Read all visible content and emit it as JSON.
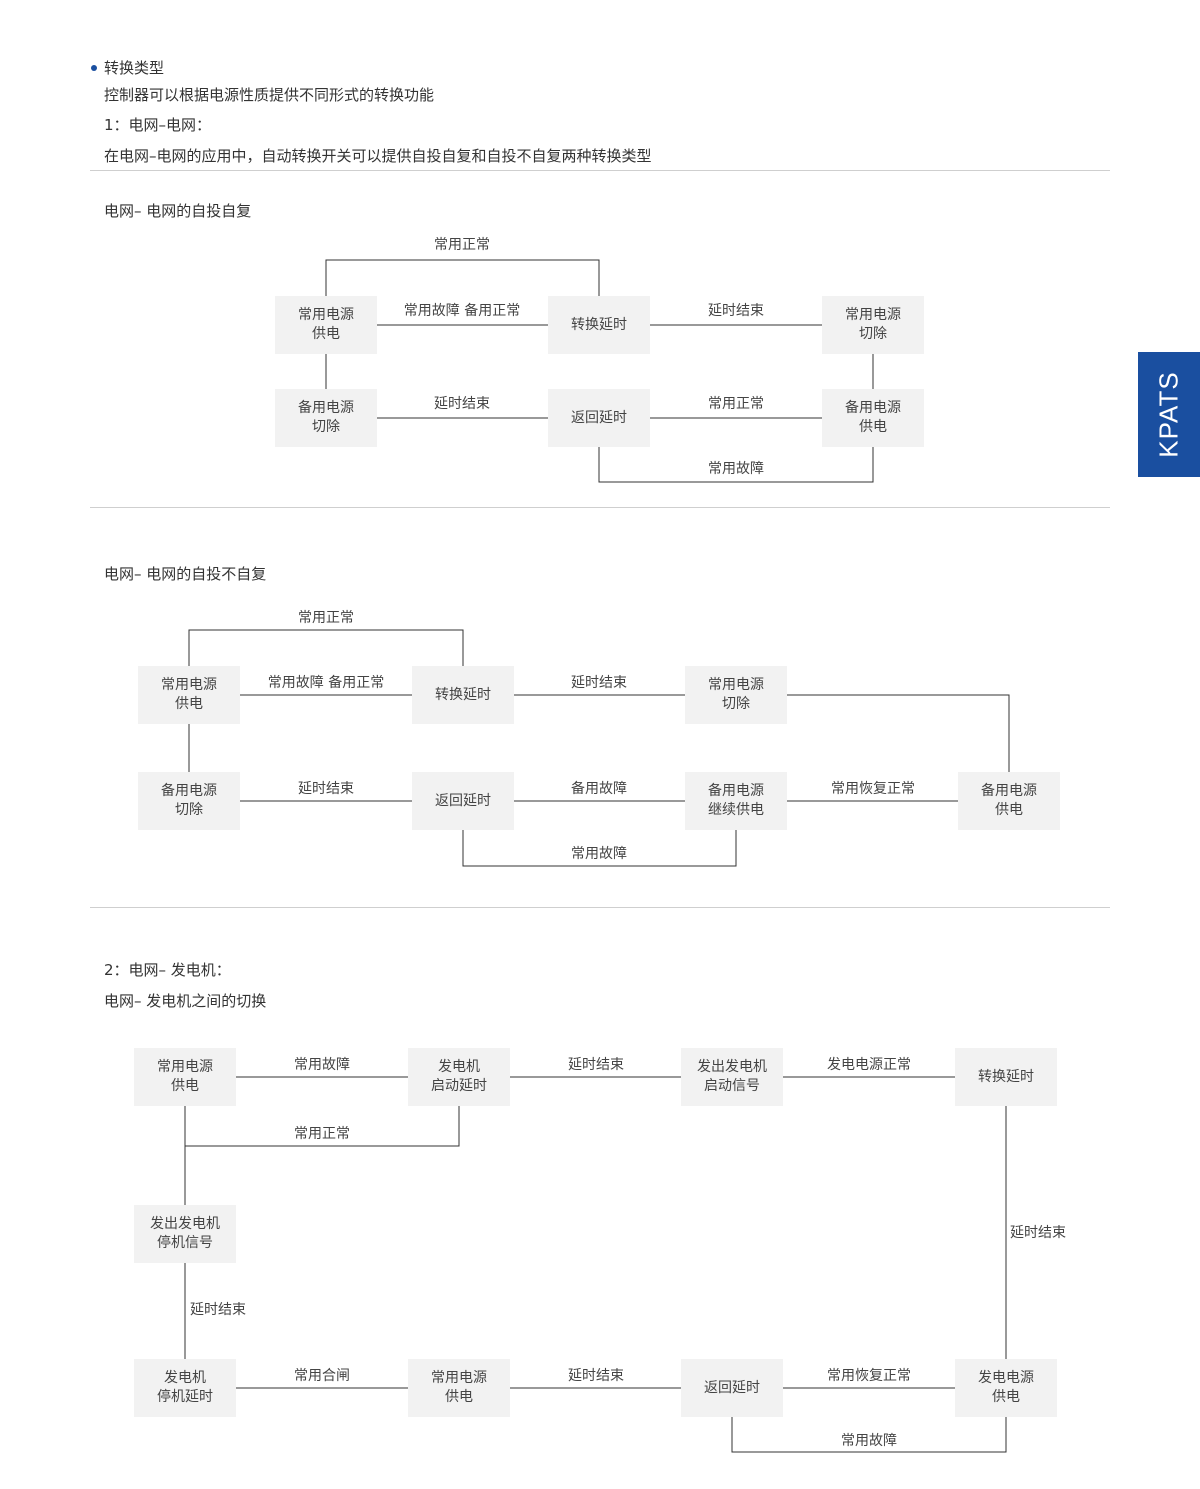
{
  "header": {
    "bullet_title": "转换类型",
    "intro": "控制器可以根据电源性质提供不同形式的转换功能",
    "section1_title": "1：电网–电网：",
    "section1_desc": "在电网–电网的应用中，自动转换开关可以提供自投自复和自投不自复两种转换类型"
  },
  "side_tab": {
    "label": "KPATS",
    "color": "#1a4fa0"
  },
  "diagram1": {
    "title": "电网– 电网的自投自复",
    "boxes": {
      "a": [
        "常用电源",
        "供电"
      ],
      "b": [
        "转换延时"
      ],
      "c": [
        "常用电源",
        "切除"
      ],
      "d": [
        "备用电源",
        "切除"
      ],
      "e": [
        "返回延时"
      ],
      "f": [
        "备用电源",
        "供电"
      ]
    },
    "labels": {
      "top_loop": "常用正常",
      "a_b": "常用故障  备用正常",
      "b_c": "延时结束",
      "d_e": "延时结束",
      "e_f": "常用正常",
      "bottom_loop": "常用故障"
    }
  },
  "diagram2": {
    "title": "电网– 电网的自投不自复",
    "boxes": {
      "a": [
        "常用电源",
        "供电"
      ],
      "b": [
        "转换延时"
      ],
      "c": [
        "常用电源",
        "切除"
      ],
      "d": [
        "备用电源",
        "切除"
      ],
      "e": [
        "返回延时"
      ],
      "f": [
        "备用电源",
        "继续供电"
      ],
      "g": [
        "备用电源",
        "供电"
      ]
    },
    "labels": {
      "top_loop": "常用正常",
      "a_b": "常用故障  备用正常",
      "b_c": "延时结束",
      "d_e": "延时结束",
      "e_f": "备用故障",
      "f_g": "常用恢复正常",
      "bottom_loop": "常用故障"
    }
  },
  "section2": {
    "title": "2：电网– 发电机：",
    "desc": "电网– 发电机之间的切换"
  },
  "diagram3": {
    "boxes": {
      "a": [
        "常用电源",
        "供电"
      ],
      "b": [
        "发电机",
        "启动延时"
      ],
      "c": [
        "发出发电机",
        "启动信号"
      ],
      "d": [
        "转换延时"
      ],
      "e": [
        "发出发电机",
        "停机信号"
      ],
      "f": [
        "发电机",
        "停机延时"
      ],
      "g": [
        "常用电源",
        "供电"
      ],
      "h": [
        "返回延时"
      ],
      "i": [
        "发电电源",
        "供电"
      ]
    },
    "labels": {
      "a_b": "常用故障",
      "b_c": "延时结束",
      "c_d": "发电电源正常",
      "a_b_back": "常用正常",
      "e_f": "延时结束",
      "d_i": "延时结束",
      "f_g": "常用合闸",
      "g_h": "延时结束",
      "h_i": "常用恢复正常",
      "bottom_loop": "常用故障"
    }
  }
}
